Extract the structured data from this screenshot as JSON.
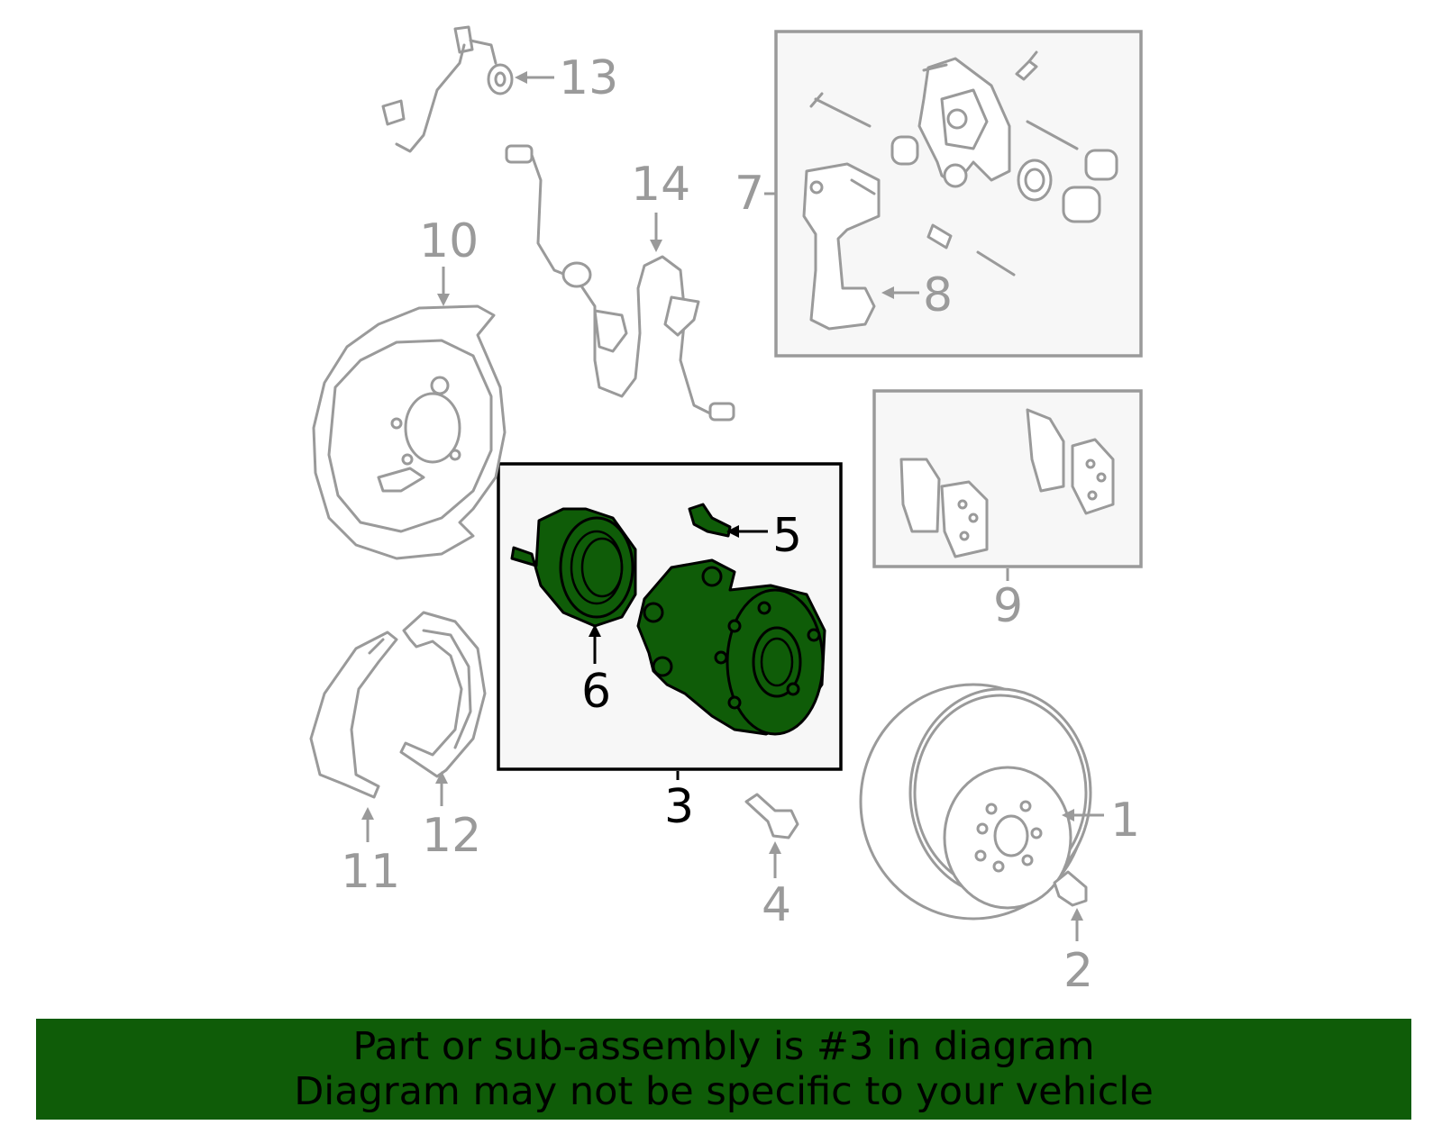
{
  "callouts": {
    "c1": "1",
    "c2": "2",
    "c3": "3",
    "c4": "4",
    "c5": "5",
    "c6": "6",
    "c7": "7",
    "c8": "8",
    "c9": "9",
    "c10": "10",
    "c11": "11",
    "c12": "12",
    "c13": "13",
    "c14": "14"
  },
  "highlighted_part": "3",
  "colors": {
    "highlight": "#0f5c08",
    "banner": "#0f5c08",
    "part_lines": "#9a9a9a"
  },
  "banner": {
    "line1": "Part or sub-assembly is #3 in diagram",
    "line2": "Diagram may not be specific to your vehicle"
  }
}
